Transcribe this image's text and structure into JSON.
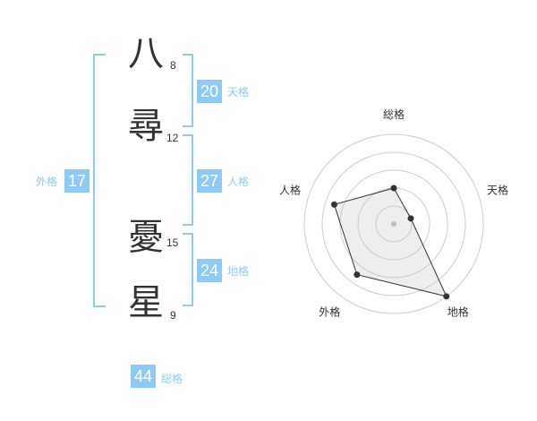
{
  "name": {
    "chars": [
      {
        "char": "八",
        "strokes": "8"
      },
      {
        "char": "尋",
        "strokes": "12"
      },
      {
        "char": "憂",
        "strokes": "15"
      },
      {
        "char": "星",
        "strokes": "9"
      }
    ]
  },
  "kakusu": {
    "tenkaku": {
      "value": "20",
      "label": "天格"
    },
    "jinkaku": {
      "value": "27",
      "label": "人格"
    },
    "chikaku": {
      "value": "24",
      "label": "地格"
    },
    "gaikaku": {
      "value": "17",
      "label": "外格"
    },
    "soukaku": {
      "value": "44",
      "label": "総格"
    }
  },
  "colors": {
    "accent": "#8fcaf3",
    "text": "#333333",
    "grid": "#cccccc"
  },
  "chart_data": {
    "type": "radar",
    "axes": [
      "総格",
      "天格",
      "地格",
      "外格",
      "人格"
    ],
    "values": [
      2,
      1,
      5,
      3.5,
      3.5
    ],
    "max": 5,
    "rings": 5
  }
}
